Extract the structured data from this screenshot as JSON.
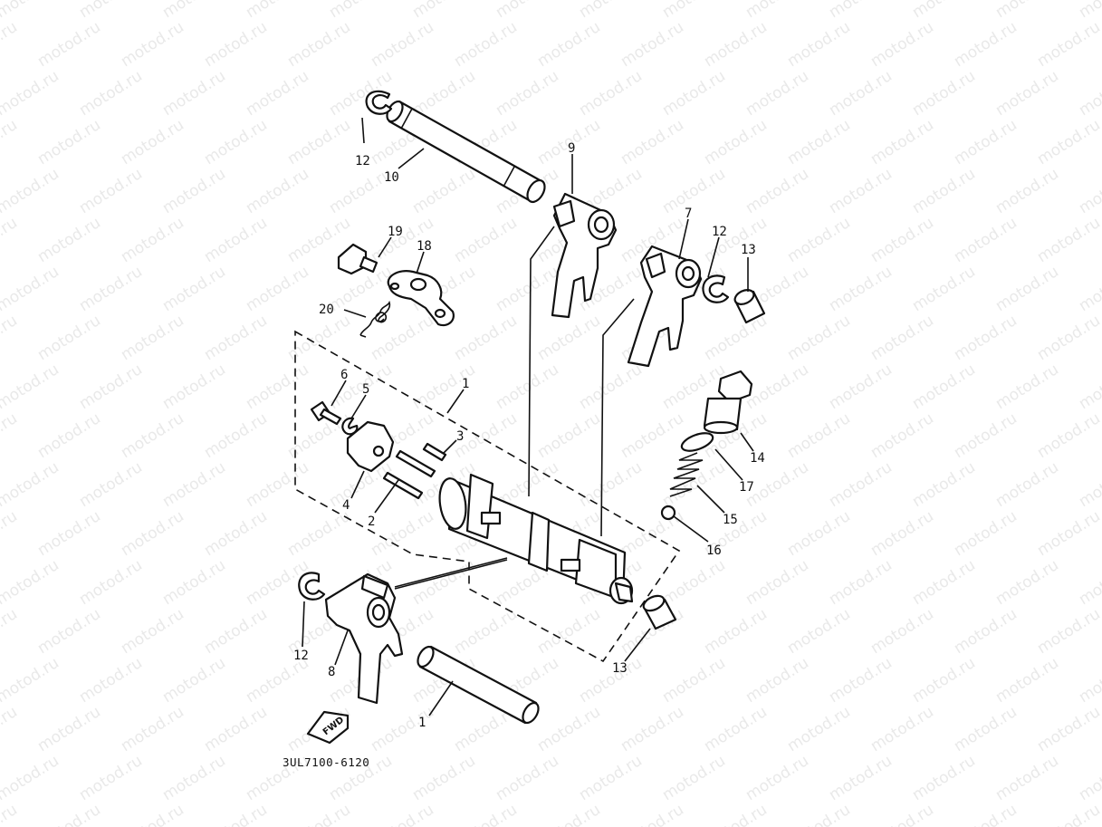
{
  "watermark": {
    "text": "motod.ru"
  },
  "diagram": {
    "part_code": "3UL7100-6120",
    "direction_label": "FWD",
    "callouts": {
      "c1a": "1",
      "c1b": "1",
      "c2": "2",
      "c3": "3",
      "c4": "4",
      "c5": "5",
      "c6": "6",
      "c7": "7",
      "c8": "8",
      "c9": "9",
      "c10": "10",
      "c12a": "12",
      "c12b": "12",
      "c12c": "12",
      "c13a": "13",
      "c13b": "13",
      "c14": "14",
      "c15": "15",
      "c16": "16",
      "c17": "17",
      "c18": "18",
      "c19": "19",
      "c20": "20"
    }
  }
}
